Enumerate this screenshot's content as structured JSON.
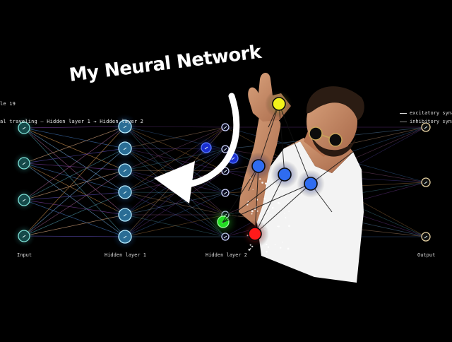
{
  "hud": {
    "line1": "le 19",
    "line2": "al traveling — Hidden layer 1 → Hidden layer 2"
  },
  "legend": {
    "excitatory": "excitatory syna",
    "inhibitory": "inhibitory syna"
  },
  "layers": {
    "input": "Input",
    "hidden1": "Hidden layer 1",
    "hidden2": "Hidden layer 2",
    "output": "Output"
  },
  "headline": "My Neural Network",
  "colors": {
    "background": "#000000",
    "neuron_teal": "#3fb6b0",
    "neuron_blue": "#2f6cf0",
    "neuron_green": "#22dd22",
    "neuron_red": "#ff1a1a",
    "neuron_yellow": "#f3f31a",
    "shirt": "#f4f4f4"
  }
}
